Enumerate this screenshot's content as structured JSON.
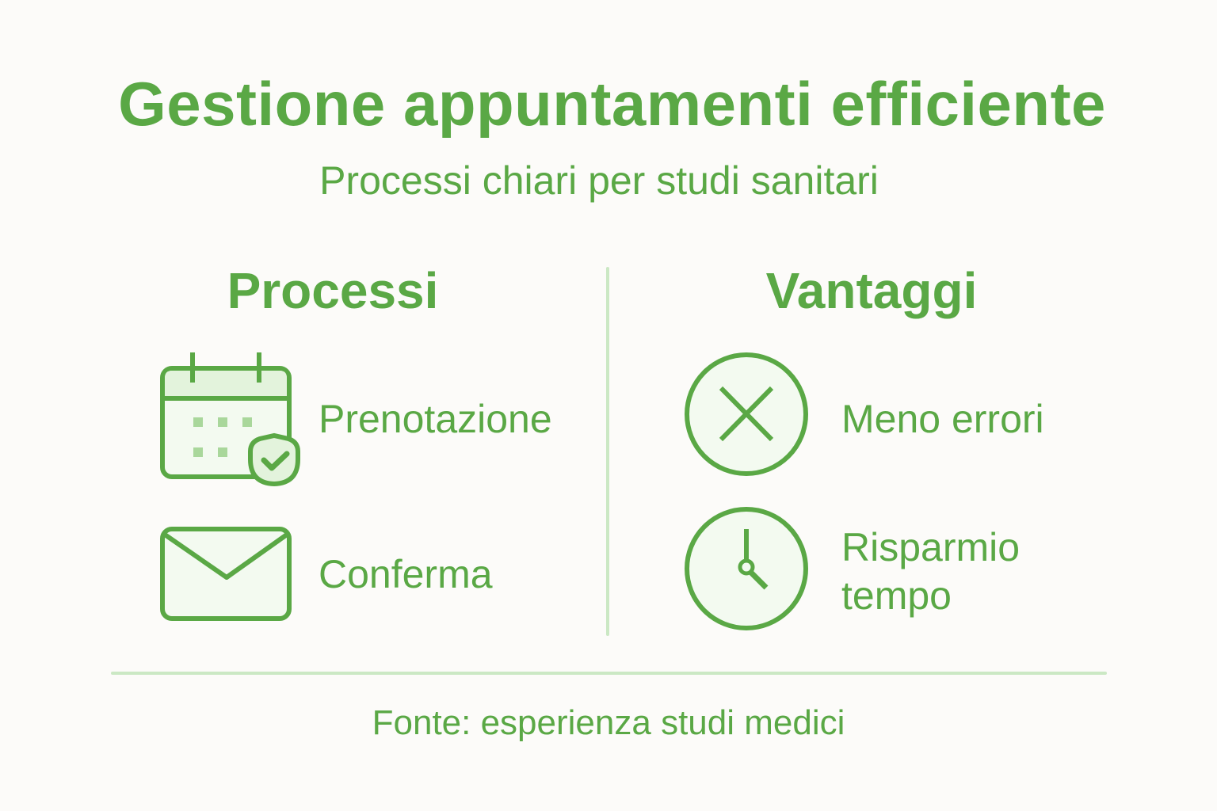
{
  "header": {
    "title": "Gestione appuntamenti efficiente",
    "subtitle": "Processi chiari per studi sanitari"
  },
  "columns": {
    "left": {
      "heading": "Processi",
      "items": [
        {
          "icon": "calendar-check-icon",
          "label": "Prenotazione"
        },
        {
          "icon": "envelope-icon",
          "label": "Conferma"
        }
      ]
    },
    "right": {
      "heading": "Vantaggi",
      "items": [
        {
          "icon": "x-circle-icon",
          "label": "Meno errori"
        },
        {
          "icon": "clock-icon",
          "label_line1": "Risparmio",
          "label_line2": "tempo"
        }
      ]
    }
  },
  "footer": {
    "source": "Fonte: esperienza studi medici"
  },
  "colors": {
    "primary": "#5aa845",
    "divider": "#cbe8c4",
    "icon_fill": "#f3faf0",
    "icon_header_fill": "#e3f3dc",
    "background": "#fcfbf9"
  }
}
